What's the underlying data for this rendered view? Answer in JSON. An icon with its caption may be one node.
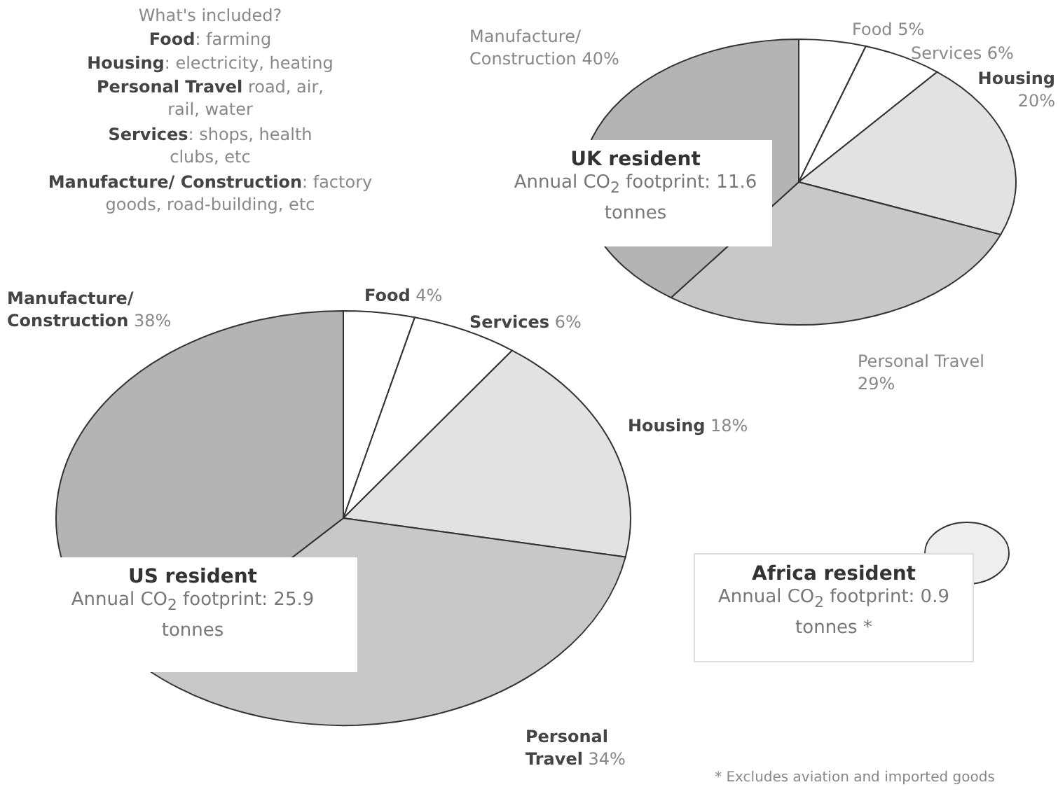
{
  "diagram": {
    "nodes": [
      {
        "text": [
          "UK resident",
          "Annual CO$_{2}$ footprint: 11.6 tonnes"
        ]
      },
      {
        "text": [
          "US resident",
          "Annual CO$_{2}$ footprint: 25.9 tonnes"
        ]
      },
      {
        "text": [
          "Africa resident",
          "Annual CO$_{2}$ footprint: 0.9 tonnes *"
        ]
      }
    ],
    "labels": [
      "What's included?",
      "**Food**: farming",
      "**Housing**: electricity, heating",
      "**Personal Travel** road, air, rail, water",
      "**Services**: shops, health clubs, etc",
      "**Manufacture/ Construction**: factory goods, road-building, etc",
      "Manufacture/ Construction 40%",
      "Food 5%",
      "Services 6%",
      "**Housing** 20%",
      "Personal Travel 29%",
      "**Manufacture/ Construction** 38%",
      "**Food** 4%",
      "**Services** 6%",
      "**Housing** 18%",
      "**Personal Travel** 34%",
      "* Excludes aviation and imported goods"
    ]
  }
}
